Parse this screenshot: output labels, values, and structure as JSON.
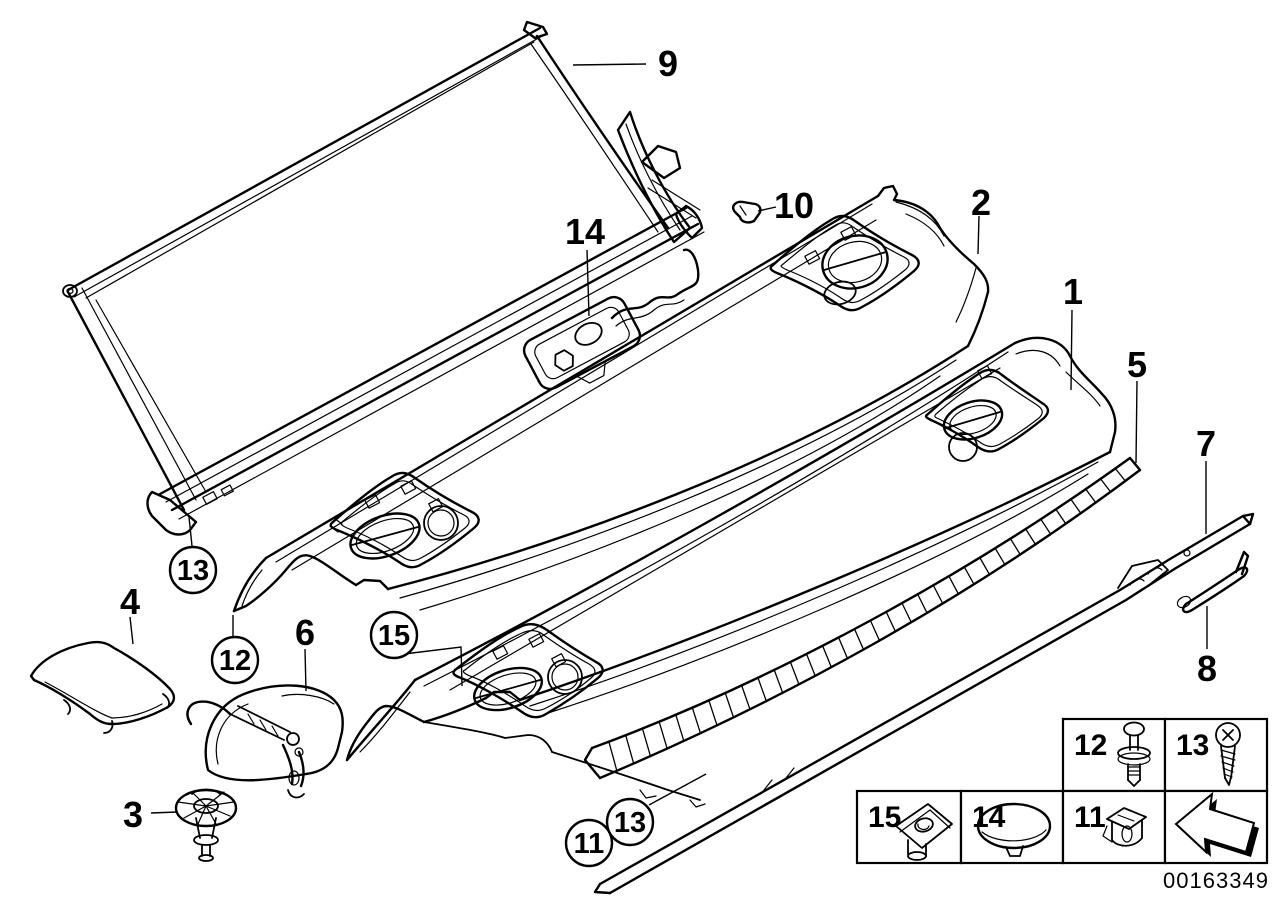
{
  "diagram": {
    "callouts": {
      "plain": [
        {
          "label": "9"
        },
        {
          "label": "10"
        },
        {
          "label": "14"
        },
        {
          "label": "2"
        },
        {
          "label": "1"
        },
        {
          "label": "5"
        },
        {
          "label": "7"
        },
        {
          "label": "8"
        },
        {
          "label": "4"
        },
        {
          "label": "6"
        },
        {
          "label": "3"
        }
      ],
      "circled": [
        {
          "label": "13"
        },
        {
          "label": "12"
        },
        {
          "label": "15"
        },
        {
          "label": "11"
        },
        {
          "label": "13"
        }
      ]
    },
    "legend": {
      "cells": [
        {
          "label": "12",
          "icon": "expanding-rivet-icon"
        },
        {
          "label": "13",
          "icon": "screw-icon"
        },
        {
          "label": "15",
          "icon": "speed-nut-icon"
        },
        {
          "label": "14",
          "icon": "cover-cap-icon"
        },
        {
          "label": "11",
          "icon": "expanding-nut-icon"
        },
        {
          "label": "",
          "icon": "direction-arrow-icon"
        }
      ],
      "id_number": "00163349"
    },
    "colors": {
      "line": "#000000",
      "background": "#ffffff"
    }
  }
}
